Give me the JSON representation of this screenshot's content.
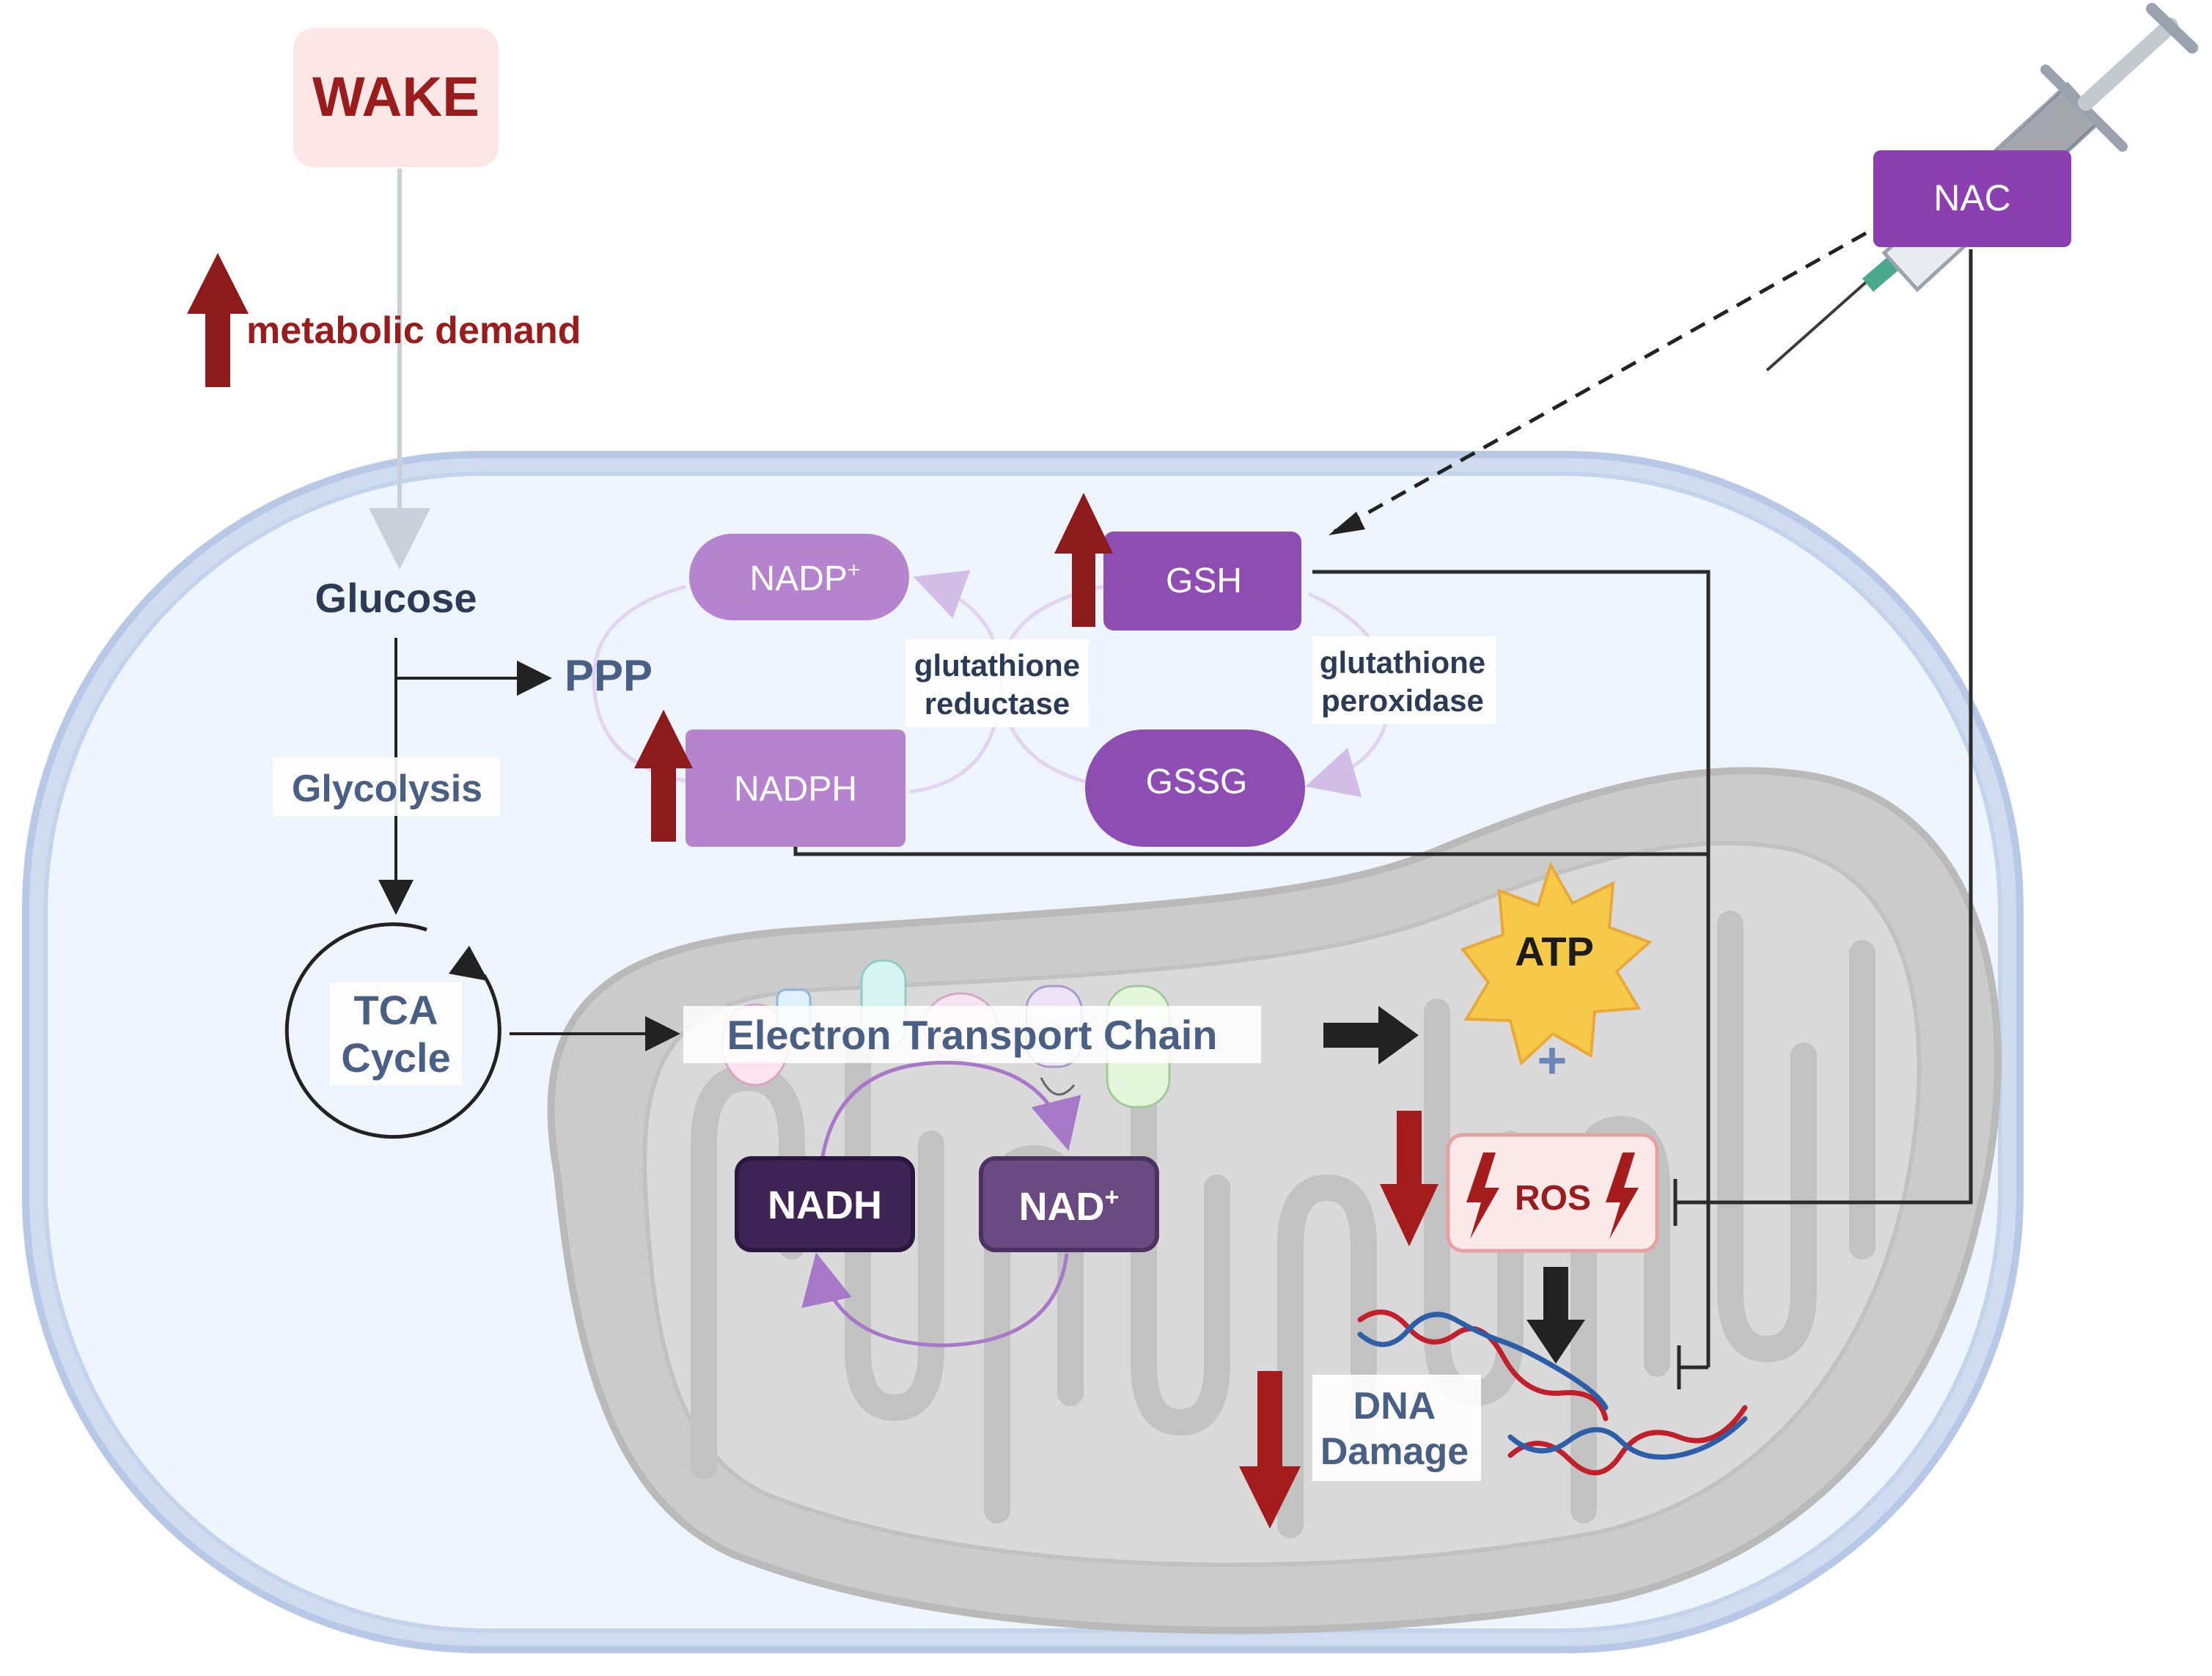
{
  "wake": {
    "label": "WAKE"
  },
  "metabolic": {
    "label": "metabolic demand"
  },
  "glucose": {
    "label": "Glucose"
  },
  "ppp": {
    "label": "PPP"
  },
  "glycolysis": {
    "label": "Glycolysis"
  },
  "tca": {
    "line1": "TCA",
    "line2": "Cycle"
  },
  "etc": {
    "label": "Electron Transport Chain"
  },
  "nadp_plus": {
    "label": "NADP",
    "sup": "+"
  },
  "nadph": {
    "label": "NADPH"
  },
  "gsh": {
    "label": "GSH"
  },
  "gssg": {
    "label": "GSSG"
  },
  "glutathione_reductase": {
    "line1": "glutathione",
    "line2": "reductase"
  },
  "glutathione_peroxidase": {
    "line1": "glutathione",
    "line2": "peroxidase"
  },
  "nadh": {
    "label": "NADH"
  },
  "nad_plus": {
    "label": "NAD",
    "sup": "+"
  },
  "atp": {
    "label": "ATP"
  },
  "plus": {
    "label": "+"
  },
  "ros": {
    "label": "ROS"
  },
  "dna": {
    "line1": "DNA",
    "line2": "Damage"
  },
  "nac": {
    "label": "NAC"
  },
  "colors": {
    "increase_arrow": "#8e1b1b",
    "decrease_arrow": "#a51c1c",
    "glutathione_purple": "#8e4db3",
    "nadp_lavender": "#b684cf",
    "nadh_dark": "#3e2556",
    "nad_purple": "#6a4a80",
    "nac_purple": "#8c3fb0",
    "cell_fill": "#eef4fc",
    "cell_border": "#b7c8e6",
    "mito_gray": "#c8c8c8",
    "atp_yellow": "#f7c948",
    "ros_pink": "#fbe9ea",
    "wake_pink": "#fde6e6"
  }
}
